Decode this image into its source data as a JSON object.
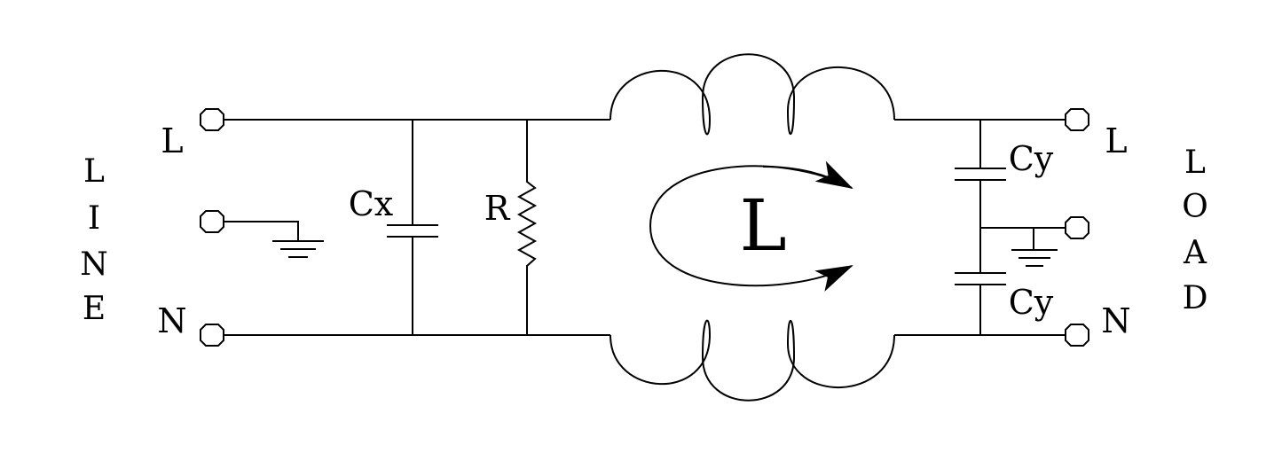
{
  "labels": {
    "line_side_letters": [
      "L",
      "I",
      "N",
      "E"
    ],
    "load_side_letters": [
      "L",
      "O",
      "A",
      "D"
    ],
    "input_l": "L",
    "input_n": "N",
    "output_l": "L",
    "output_n": "N",
    "cx": "Cx",
    "r": "R",
    "inductor": "L",
    "cy_top": "Cy",
    "cy_bottom": "Cy"
  },
  "colors": {
    "stroke": "#000000",
    "background": "#ffffff"
  }
}
